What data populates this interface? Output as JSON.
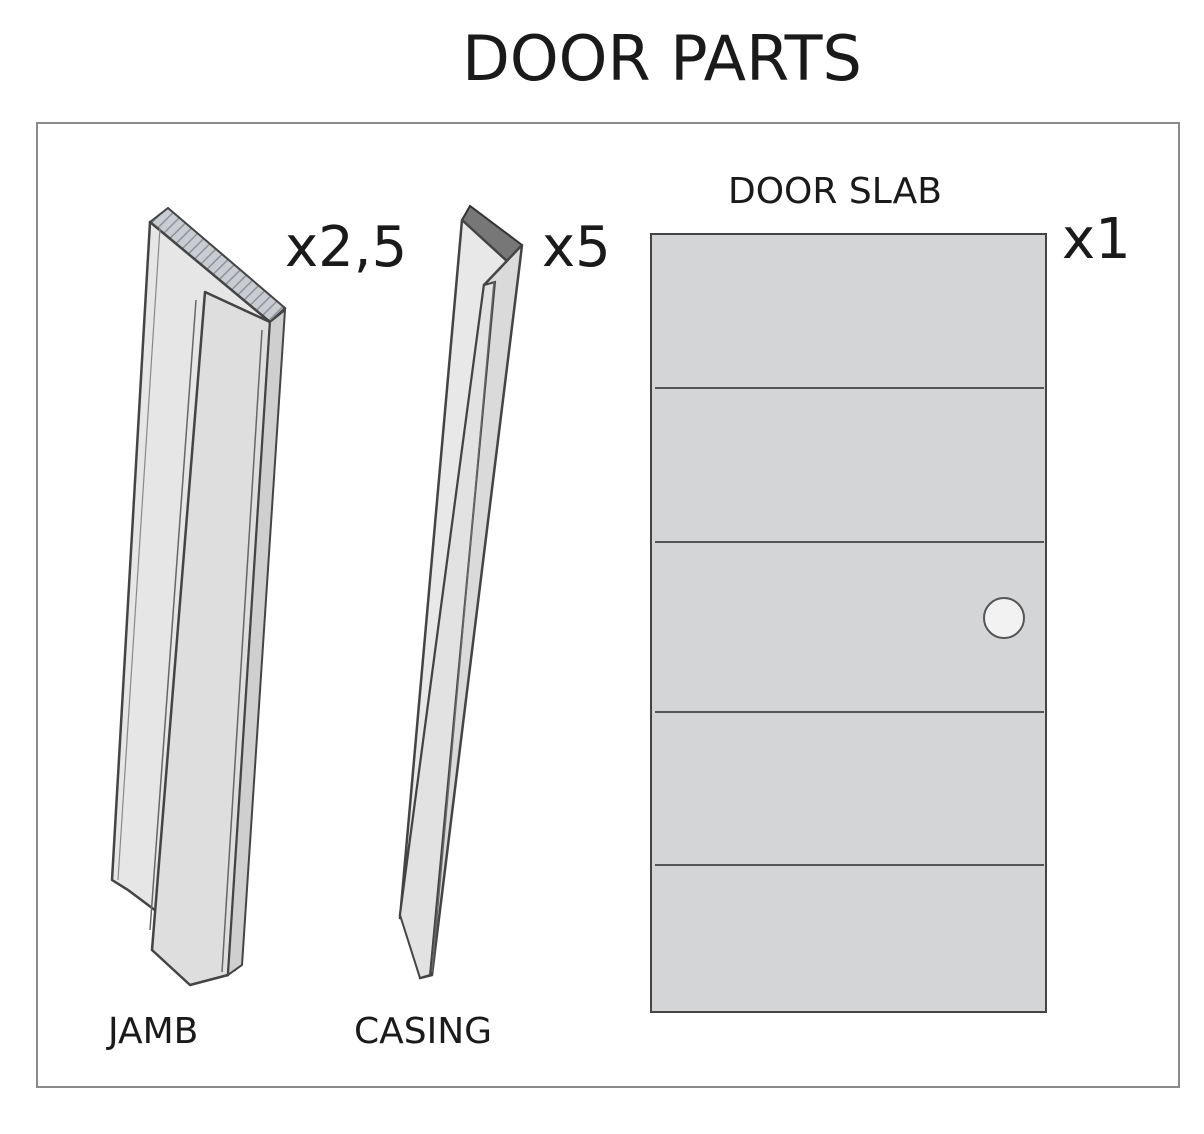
{
  "title": "DOOR PARTS",
  "parts": {
    "jamb": {
      "label": "JAMB",
      "quantity": "x2,5"
    },
    "casing": {
      "label": "CASING",
      "quantity": "x5"
    },
    "door_slab": {
      "label": "DOOR SLAB",
      "quantity": "x1"
    }
  },
  "colors": {
    "part_fill": "#e4e4e4",
    "slab_fill": "#d4d5d6",
    "outline": "#444444",
    "frame": "#8a8a8a",
    "knob": "#f2f2f2"
  }
}
